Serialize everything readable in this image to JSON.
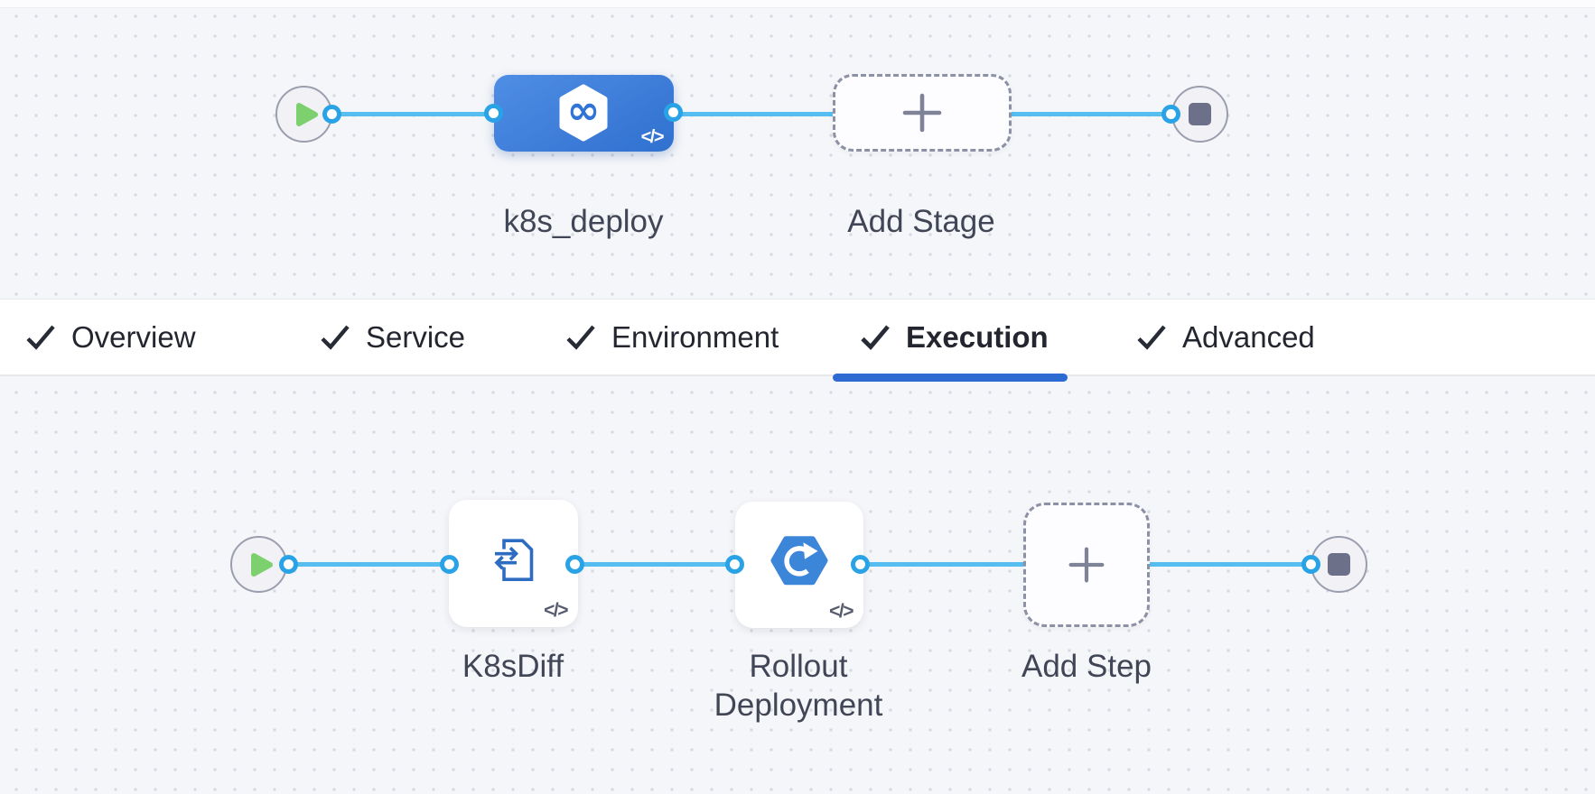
{
  "stage_pipeline": {
    "stage_name": "k8s_deploy",
    "add_stage_label": "Add Stage"
  },
  "tabs": [
    {
      "label": "Overview",
      "checked": true,
      "active": false
    },
    {
      "label": "Service",
      "checked": true,
      "active": false
    },
    {
      "label": "Environment",
      "checked": true,
      "active": false
    },
    {
      "label": "Execution",
      "checked": true,
      "active": true
    },
    {
      "label": "Advanced",
      "checked": true,
      "active": false
    }
  ],
  "execution_tab": {
    "step1_name": "K8sDiff",
    "step2_name": "Rollout Deployment",
    "add_step_label": "Add Step"
  },
  "glyphs": {
    "code": "</>",
    "infinity": "∞"
  },
  "colors": {
    "stage_blue_start": "#4f8ee5",
    "stage_blue_end": "#3070cf",
    "flow_line": "#55bdf0",
    "port_ring": "#2aa3e6",
    "active_tab_underline": "#2d6bd2",
    "play_green": "#7dd06e",
    "stop_gray": "#6c7088",
    "step_icon_blue": "#2e6cc2",
    "rollout_hex_blue": "#3c86da"
  }
}
